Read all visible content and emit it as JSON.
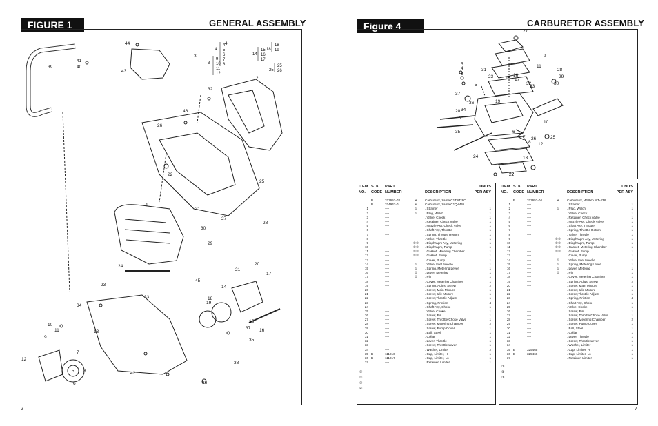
{
  "left_page": {
    "figure_label": "FIGURE 1",
    "title": "GENERAL ASSEMBLY",
    "page_number": "2",
    "callouts": [
      "1",
      "2",
      "3",
      "4",
      "5",
      "6",
      "7",
      "8",
      "9",
      "10",
      "11",
      "12",
      "13",
      "14",
      "15",
      "16",
      "17",
      "18",
      "19",
      "20",
      "21",
      "22",
      "23",
      "24",
      "25",
      "26",
      "27",
      "28",
      "29",
      "30",
      "31",
      "32",
      "33",
      "34",
      "35",
      "36",
      "37",
      "38",
      "39",
      "40",
      "41",
      "42",
      "43",
      "44",
      "45",
      "46"
    ],
    "group_callouts": [
      {
        "lead": "4",
        "items": [
          "4",
          "5",
          "6",
          "7",
          "8"
        ]
      },
      {
        "lead": "3",
        "items": [
          "9",
          "10",
          "11",
          "12"
        ]
      },
      {
        "lead": "14",
        "items": [
          "15",
          "16",
          "17"
        ]
      },
      {
        "lead": "18",
        "items": [
          "18",
          "19"
        ]
      },
      {
        "lead": "25",
        "items": [
          "25",
          "26"
        ]
      }
    ]
  },
  "right_page": {
    "figure_label": "Figure 4",
    "title": "CARBURETOR ASSEMBLY",
    "page_number": "7",
    "callouts": [
      "3",
      "4",
      "5",
      "5",
      "6",
      "7",
      "8",
      "9",
      "10",
      "11",
      "12",
      "13",
      "15",
      "16",
      "17",
      "19",
      "20",
      "21",
      "22",
      "23",
      "24",
      "25",
      "26",
      "27",
      "27",
      "28",
      "29",
      "30",
      "31",
      "32",
      "33",
      "34",
      "35",
      "36",
      "37"
    ]
  },
  "table_headers": {
    "item": "ITEM",
    "no": "NO.",
    "stk": "STK",
    "code": "CODE",
    "part": "PART",
    "number": "NUMBER",
    "description": "DESCRIPTION",
    "units": "UNITS",
    "per_asy": "PER ASY"
  },
  "table_left": {
    "rows": [
      {
        "item": "",
        "stk": "B",
        "part": "323653-03",
        "note": "④",
        "desc": "Carburetor, Zama C1T-M29C",
        "units": ""
      },
      {
        "item": "",
        "stk": "B",
        "part": "324947-01",
        "note": "⑥",
        "desc": "Carburetor, Zama C1Q-M36",
        "units": ""
      },
      {
        "item": "1",
        "stk": "",
        "part": "----",
        "note": "①",
        "desc": ". Strainer",
        "units": "1"
      },
      {
        "item": "2",
        "stk": "",
        "part": "----",
        "note": "①",
        "desc": ". Plug, Welch",
        "units": "1"
      },
      {
        "item": "3",
        "stk": "",
        "part": "----",
        "note": "",
        "desc": ". Valve, Check",
        "units": "1"
      },
      {
        "item": "4",
        "stk": "",
        "part": "----",
        "note": "",
        "desc": ". Retainer, Check Valve",
        "units": "1"
      },
      {
        "item": "5",
        "stk": "",
        "part": "----",
        "note": "",
        "desc": ". Nozzle Asy, Check Valve",
        "units": "1"
      },
      {
        "item": "6",
        "stk": "",
        "part": "----",
        "note": "",
        "desc": ". Shaft Asy, Throttle",
        "units": "1"
      },
      {
        "item": "7",
        "stk": "",
        "part": "----",
        "note": "",
        "desc": ". Spring, Throttle Return",
        "units": "1"
      },
      {
        "item": "8",
        "stk": "",
        "part": "----",
        "note": "",
        "desc": ". Valve, Throttle",
        "units": "1"
      },
      {
        "item": "9",
        "stk": "",
        "part": "----",
        "note": "①②",
        "desc": ". Diaphragm Asy, Metering",
        "units": "1"
      },
      {
        "item": "10",
        "stk": "",
        "part": "----",
        "note": "①②",
        "desc": ". Diaphragm, Pump",
        "units": "1"
      },
      {
        "item": "11",
        "stk": "",
        "part": "----",
        "note": "①②",
        "desc": ". Gasket, Metering Chamber",
        "units": "1"
      },
      {
        "item": "12",
        "stk": "",
        "part": "----",
        "note": "①②",
        "desc": ". Gasket, Pump",
        "units": "1"
      },
      {
        "item": "13",
        "stk": "",
        "part": "----",
        "note": "",
        "desc": ". Cover, Pump",
        "units": "1"
      },
      {
        "item": "14",
        "stk": "",
        "part": "----",
        "note": "①",
        "desc": ". Valve, Inlet Needle",
        "units": "1"
      },
      {
        "item": "15",
        "stk": "",
        "part": "----",
        "note": "①",
        "desc": ". Spring, Metering Lever",
        "units": "1"
      },
      {
        "item": "16",
        "stk": "",
        "part": "----",
        "note": "①",
        "desc": ". Lever, Metering",
        "units": "1"
      },
      {
        "item": "17",
        "stk": "",
        "part": "----",
        "note": "①",
        "desc": ". Pin",
        "units": "1"
      },
      {
        "item": "18",
        "stk": "",
        "part": "----",
        "note": "",
        "desc": ". Cover, Metering Chamber",
        "units": "1"
      },
      {
        "item": "19",
        "stk": "",
        "part": "----",
        "note": "",
        "desc": ". Spring, Adjust Screw",
        "units": "2"
      },
      {
        "item": "20",
        "stk": "",
        "part": "----",
        "note": "",
        "desc": ". Screw, Main Mixture",
        "units": "1"
      },
      {
        "item": "21",
        "stk": "",
        "part": "----",
        "note": "",
        "desc": ". Screw, Idle Mixture",
        "units": "1"
      },
      {
        "item": "22",
        "stk": "",
        "part": "----",
        "note": "",
        "desc": ". Screw,Throttle Adjust",
        "units": "1"
      },
      {
        "item": "23",
        "stk": "",
        "part": "----",
        "note": "",
        "desc": ". Spring, Friction",
        "units": "4"
      },
      {
        "item": "24",
        "stk": "",
        "part": "----",
        "note": "",
        "desc": ". Shaft Asy, Choke",
        "units": "1"
      },
      {
        "item": "25",
        "stk": "",
        "part": "----",
        "note": "",
        "desc": ". Valve, Choke",
        "units": "1"
      },
      {
        "item": "26",
        "stk": "",
        "part": "----",
        "note": "",
        "desc": ". Screw, Pin",
        "units": "1"
      },
      {
        "item": "27",
        "stk": "",
        "part": "----",
        "note": "",
        "desc": ". Screw, Throttle/Choke Valve",
        "units": "1"
      },
      {
        "item": "28",
        "stk": "",
        "part": "----",
        "note": "",
        "desc": ". Screw, Metering Chamber",
        "units": "2"
      },
      {
        "item": "29",
        "stk": "",
        "part": "----",
        "note": "",
        "desc": ". Screw, Pump Cover",
        "units": "1"
      },
      {
        "item": "30",
        "stk": "",
        "part": "----",
        "note": "",
        "desc": ". Ball, Steel",
        "units": "1"
      },
      {
        "item": "31",
        "stk": "",
        "part": "----",
        "note": "",
        "desc": ". Collar",
        "units": "1"
      },
      {
        "item": "32",
        "stk": "",
        "part": "----",
        "note": "",
        "desc": ". Lever, Throttle",
        "units": "1"
      },
      {
        "item": "33",
        "stk": "",
        "part": "----",
        "note": "",
        "desc": ". Screw, Throttle Lever",
        "units": "1"
      },
      {
        "item": "34",
        "stk": "",
        "part": "----",
        "note": "",
        "desc": ". Washer, Limiter",
        "units": "2"
      },
      {
        "item": "35",
        "stk": "B",
        "part": "111216",
        "note": "",
        "desc": ". Cap, Limiter, Hi",
        "units": "1"
      },
      {
        "item": "36",
        "stk": "B",
        "part": "111217",
        "note": "",
        "desc": ". Cap, Limiter, Lo",
        "units": "1"
      },
      {
        "item": "37",
        "stk": "",
        "part": "----",
        "note": "",
        "desc": ". Retainer, Limiter",
        "units": "1"
      }
    ],
    "legend": [
      "①",
      "②",
      "③",
      "④"
    ]
  },
  "table_right": {
    "rows": [
      {
        "item": "",
        "stk": "B",
        "part": "323653-04",
        "note": "④",
        "desc": "Carburetor, Walbro WT-438",
        "units": ""
      },
      {
        "item": "1",
        "stk": "",
        "part": "----",
        "note": "",
        "desc": ". Strainer",
        "units": "1"
      },
      {
        "item": "2",
        "stk": "",
        "part": "----",
        "note": "①",
        "desc": ". Plug, Welch",
        "units": "1"
      },
      {
        "item": "3",
        "stk": "",
        "part": "----",
        "note": "",
        "desc": ". Valve, Check",
        "units": "1"
      },
      {
        "item": "4",
        "stk": "",
        "part": "----",
        "note": "",
        "desc": ". Retainer, Check Valve",
        "units": "1"
      },
      {
        "item": "5",
        "stk": "",
        "part": "----",
        "note": "",
        "desc": ". Nozzle Asy, Check Valve",
        "units": "1"
      },
      {
        "item": "6",
        "stk": "",
        "part": "----",
        "note": "",
        "desc": ". Shaft Asy, Throttle",
        "units": "1"
      },
      {
        "item": "7",
        "stk": "",
        "part": "----",
        "note": "",
        "desc": ". Spring, Throttle Return",
        "units": "1"
      },
      {
        "item": "8",
        "stk": "",
        "part": "----",
        "note": "",
        "desc": ". Valve, Throttle",
        "units": "1"
      },
      {
        "item": "9",
        "stk": "",
        "part": "----",
        "note": "①②",
        "desc": ". Diaphragm Asy, Metering",
        "units": "1"
      },
      {
        "item": "10",
        "stk": "",
        "part": "----",
        "note": "①②",
        "desc": ". Diaphragm, Pump",
        "units": "1"
      },
      {
        "item": "11",
        "stk": "",
        "part": "----",
        "note": "①②",
        "desc": ". Gasket, Metering Chamber",
        "units": "1"
      },
      {
        "item": "12",
        "stk": "",
        "part": "----",
        "note": "①②",
        "desc": ". Gasket, Pump",
        "units": "1"
      },
      {
        "item": "13",
        "stk": "",
        "part": "----",
        "note": "",
        "desc": ". Cover, Pump",
        "units": "1"
      },
      {
        "item": "14",
        "stk": "",
        "part": "----",
        "note": "①",
        "desc": ". Valve, Inlet Needle",
        "units": "1"
      },
      {
        "item": "15",
        "stk": "",
        "part": "----",
        "note": "①",
        "desc": ". Spring, Metering Lever",
        "units": "1"
      },
      {
        "item": "16",
        "stk": "",
        "part": "----",
        "note": "①",
        "desc": ". Lever, Metering",
        "units": "1"
      },
      {
        "item": "17",
        "stk": "",
        "part": "----",
        "note": "①",
        "desc": ". Pin",
        "units": "1"
      },
      {
        "item": "18",
        "stk": "",
        "part": "----",
        "note": "",
        "desc": ". Cover, Metering Chamber",
        "units": "1"
      },
      {
        "item": "19",
        "stk": "",
        "part": "----",
        "note": "",
        "desc": ". Spring, Adjust Screw",
        "units": "2"
      },
      {
        "item": "20",
        "stk": "",
        "part": "----",
        "note": "",
        "desc": ". Screw, Main Mixture",
        "units": "1"
      },
      {
        "item": "21",
        "stk": "",
        "part": "----",
        "note": "",
        "desc": ". Screw, Idle Mixture",
        "units": "1"
      },
      {
        "item": "22",
        "stk": "",
        "part": "----",
        "note": "",
        "desc": ". Screw,Throttle Adjust",
        "units": "1"
      },
      {
        "item": "23",
        "stk": "",
        "part": "----",
        "note": "",
        "desc": ". Spring, Friction",
        "units": "4"
      },
      {
        "item": "24",
        "stk": "",
        "part": "----",
        "note": "",
        "desc": ". Shaft Asy, Choke",
        "units": "1"
      },
      {
        "item": "25",
        "stk": "",
        "part": "----",
        "note": "",
        "desc": ". Valve, Choke",
        "units": "1"
      },
      {
        "item": "26",
        "stk": "",
        "part": "----",
        "note": "",
        "desc": ". Screw, Pin",
        "units": "1"
      },
      {
        "item": "27",
        "stk": "",
        "part": "----",
        "note": "",
        "desc": ". Screw, Throttle/Choke Valve",
        "units": "1"
      },
      {
        "item": "28",
        "stk": "",
        "part": "----",
        "note": "",
        "desc": ". Screw, Metering Chamber",
        "units": "2"
      },
      {
        "item": "29",
        "stk": "",
        "part": "----",
        "note": "",
        "desc": ". Screw, Pump Cover",
        "units": "1"
      },
      {
        "item": "30",
        "stk": "",
        "part": "----",
        "note": "",
        "desc": ". Ball, Steel",
        "units": "1"
      },
      {
        "item": "31",
        "stk": "",
        "part": "----",
        "note": "",
        "desc": ". Collar",
        "units": "1"
      },
      {
        "item": "32",
        "stk": "",
        "part": "----",
        "note": "",
        "desc": ". Lever, Throttle",
        "units": "1"
      },
      {
        "item": "33",
        "stk": "",
        "part": "----",
        "note": "",
        "desc": ". Screw, Throttle Lever",
        "units": "1"
      },
      {
        "item": "34",
        "stk": "",
        "part": "----",
        "note": "",
        "desc": ". Washer, Limiter",
        "units": "1"
      },
      {
        "item": "35",
        "stk": "B",
        "part": "325465",
        "note": "",
        "desc": ". Cap, Limiter, Hi",
        "units": "1"
      },
      {
        "item": "36",
        "stk": "B",
        "part": "325466",
        "note": "",
        "desc": ". Cap, Limiter, Lo",
        "units": "1"
      },
      {
        "item": "37",
        "stk": "",
        "part": "----",
        "note": "",
        "desc": ". Retainer, Limiter",
        "units": "1"
      }
    ],
    "legend": [
      "①",
      "②",
      "③"
    ]
  }
}
